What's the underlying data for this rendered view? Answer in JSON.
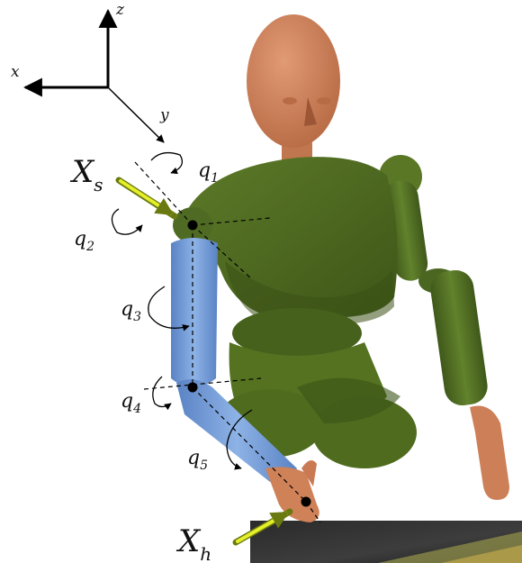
{
  "axes": {
    "x": "x",
    "y": "y",
    "z": "z"
  },
  "joints": [
    {
      "symbol": "q",
      "index": "1"
    },
    {
      "symbol": "q",
      "index": "2"
    },
    {
      "symbol": "q",
      "index": "3"
    },
    {
      "symbol": "q",
      "index": "4"
    },
    {
      "symbol": "q",
      "index": "5"
    }
  ],
  "points": {
    "shoulder": {
      "symbol": "X",
      "sub": "s"
    },
    "hand": {
      "symbol": "X",
      "sub": "h"
    }
  },
  "colors": {
    "torso": "#4f6a22",
    "torso_dark": "#3c531a",
    "arm": "#6f98d6",
    "arm_dark": "#4f75b3",
    "skin": "#cf8158",
    "skin_dark": "#b0673f",
    "force_arrow": "#e4ee2a"
  }
}
